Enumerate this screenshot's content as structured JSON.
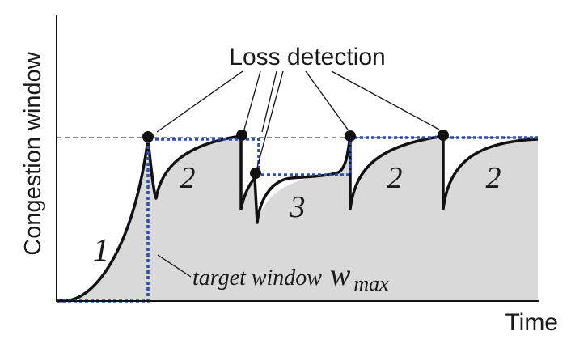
{
  "axes": {
    "y_label": "Congestion window",
    "x_label": "Time"
  },
  "annotations": {
    "loss_detection": "Loss detection",
    "target_window_prefix": "target window",
    "target_window_symbol": "w",
    "target_window_subscript": "max"
  },
  "phases": {
    "phase_1": "1",
    "phase_2a": "2",
    "phase_3": "3",
    "phase_2b": "2",
    "phase_2c": "2"
  },
  "colors": {
    "area_fill": "#d9d9d9",
    "curve": "#111111",
    "target_line": "#2d4fb3",
    "axis": "#111111"
  }
}
